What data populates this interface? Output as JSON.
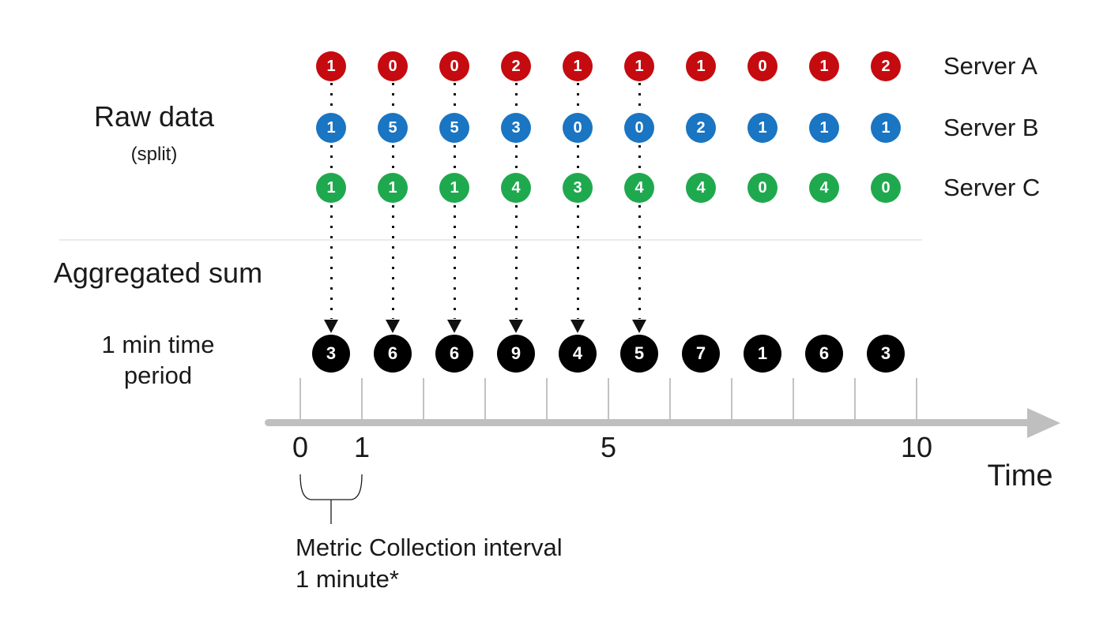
{
  "labels": {
    "raw_data": "Raw data",
    "split": "(split)",
    "aggregated_sum": "Aggregated sum",
    "period_line1": "1 min time",
    "period_line2": "period",
    "time": "Time",
    "interval_line1": "Metric Collection interval",
    "interval_line2": "1 minute*"
  },
  "servers": [
    {
      "name": "Server A",
      "color": "#c50b0f",
      "values": [
        1,
        0,
        0,
        2,
        1,
        1,
        1,
        0,
        1,
        2
      ]
    },
    {
      "name": "Server B",
      "color": "#1a75c2",
      "values": [
        1,
        5,
        5,
        3,
        0,
        0,
        2,
        1,
        1,
        1
      ]
    },
    {
      "name": "Server C",
      "color": "#1fa94e",
      "values": [
        1,
        1,
        1,
        4,
        3,
        4,
        4,
        0,
        4,
        0
      ]
    }
  ],
  "aggregated": {
    "name": "Aggregated sum (1 min period)",
    "color": "#000000",
    "values": [
      3,
      6,
      6,
      9,
      4,
      5,
      7,
      1,
      6,
      3
    ]
  },
  "arrows_columns": 6,
  "axis": {
    "tick_count": 11,
    "tick_labels": [
      {
        "index": 0,
        "label": "0"
      },
      {
        "index": 1,
        "label": "1"
      },
      {
        "index": 5,
        "label": "5"
      },
      {
        "index": 10,
        "label": "10"
      }
    ]
  },
  "colors": {
    "timeline": "#bfbfbf",
    "tick": "#c2c2c2",
    "divider": "#ebebeb",
    "connector": "#111111",
    "text": "#1a1a1a"
  }
}
